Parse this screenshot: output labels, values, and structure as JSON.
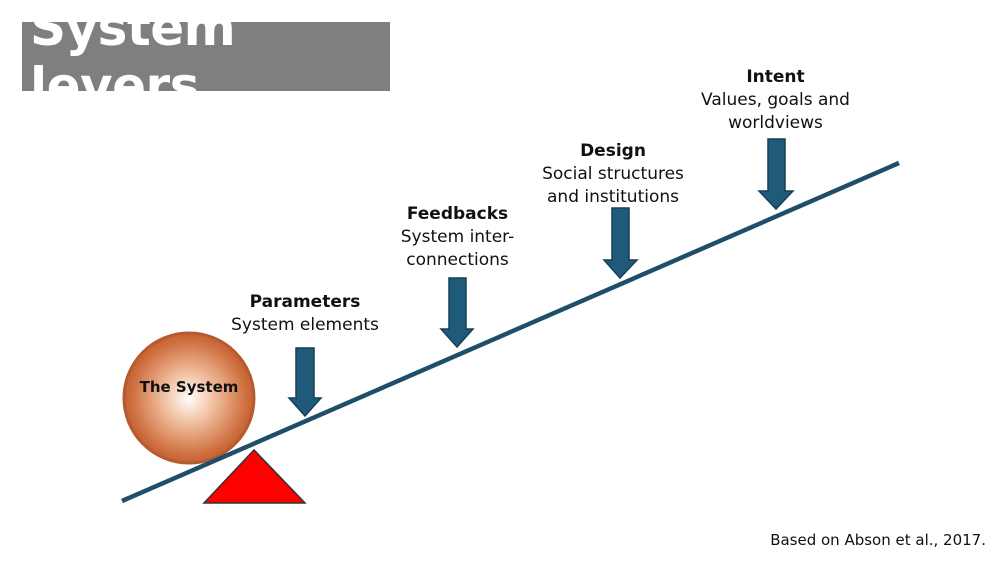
{
  "title": "System levers",
  "system": {
    "label": "The System"
  },
  "levers": [
    {
      "name": "Parameters",
      "desc": "System elements"
    },
    {
      "name": "Feedbacks",
      "desc": "System inter-connections"
    },
    {
      "name": "Design",
      "desc": "Social structures and institutions"
    },
    {
      "name": "Intent",
      "desc": "Values, goals and worldviews"
    }
  ],
  "citation": "Based on Abson et al., 2017.",
  "colors": {
    "title_bg": "#7f7f7f",
    "beam": "#1f4e6b",
    "arrow": "#1f5a7a",
    "fulcrum": "#ff0000",
    "sphere": "#c8643a"
  }
}
